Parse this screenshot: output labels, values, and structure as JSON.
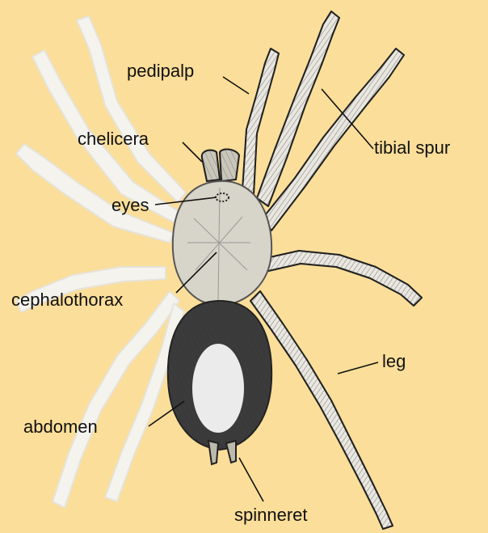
{
  "labels": {
    "pedipalp": "pedipalp",
    "chelicera": "chelicera",
    "eyes": "eyes",
    "cephalothorax": "cephalothorax",
    "tibial_spur": "tibial spur",
    "leg": "leg",
    "abdomen": "abdomen",
    "spinneret": "spinneret"
  },
  "colors": {
    "background": "#FBDE99",
    "body_fill": "#D7D4C9",
    "ghost_legs": "#F4F3EE",
    "dark": "#2A2A2A",
    "leg_light": "#E9E7E0"
  }
}
